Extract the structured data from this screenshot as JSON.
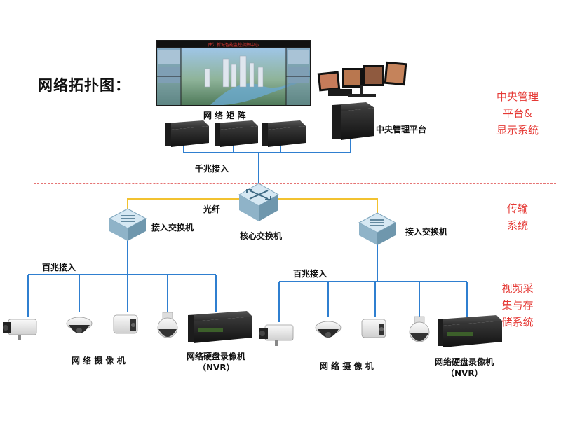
{
  "title": "网络拓扑图：",
  "video_wall_banner": "曲江新城智能监控指挥中心",
  "labels": {
    "network_matrix": "网 络 矩 阵",
    "central_platform": "中央管理平台",
    "gigabit_access": "千兆接入",
    "fiber": "光纤",
    "core_switch": "核心交换机",
    "access_switch_left": "接入交换机",
    "access_switch_right": "接入交换机",
    "fast_access_left": "百兆接入",
    "fast_access_right": "百兆接入",
    "cameras_left": "网 络  摄 像 机",
    "cameras_right": "网 络  摄 像 机",
    "nvr_left_line1": "网络硬盘录像机",
    "nvr_left_line2": "（NVR）",
    "nvr_right_line1": "网络硬盘录像机",
    "nvr_right_line2": "（NVR）"
  },
  "sections": {
    "management": [
      "中央管理",
      "平台&",
      "显示系统"
    ],
    "transmission": [
      "传输",
      "系统"
    ],
    "capture": [
      "视频采",
      "集与存",
      "储系统"
    ]
  },
  "colors": {
    "link_line": "#2f7fd0",
    "fiber_line": "#f2c230",
    "section_text": "#e53935",
    "divider": "#e57373"
  }
}
